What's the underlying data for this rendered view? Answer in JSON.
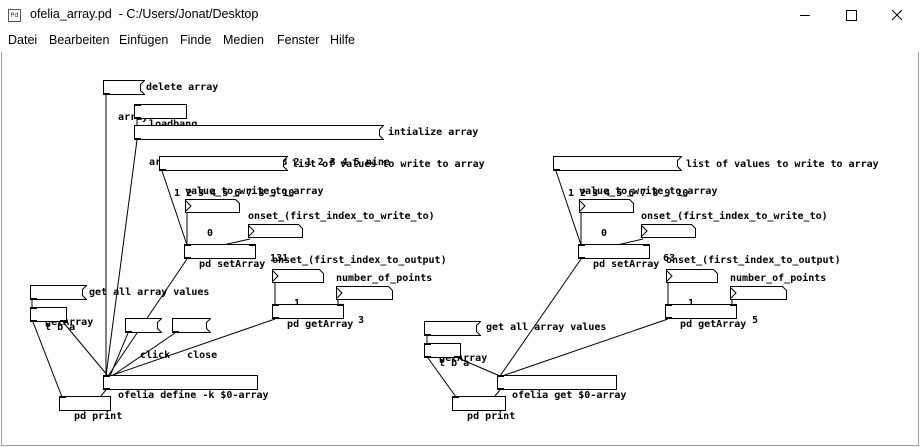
{
  "window": {
    "title": "ofelia_array.pd  - C:/Users/Jonat/Desktop",
    "icon": "pd-app-icon",
    "icon_label": "Pd"
  },
  "menu": [
    "Datei",
    "Bearbeiten",
    "Einfügen",
    "Finde",
    "Medien",
    "Fenster",
    "Hilfe"
  ],
  "patch": {
    "left": {
      "array_msg": "array",
      "delete_comment": "delete array",
      "loadbang": "loadbang",
      "array_list_msg": "array 5 6 7 8 123 1 2 3 2 1 2 3 4 5 nine",
      "init_comment": "intialize array",
      "values_msg": "1 2 3 4 5 6 7 8 9 10",
      "values_comment": "list of values to write to array",
      "value_label": "value_to_write_to_array",
      "value_number": "0",
      "onset_label": "onset_(first_index_to_write_to)",
      "onset_number": "131",
      "setarray": "pd setArray",
      "onset_out_label": "onset_(first_index_to_output)",
      "onset_out_number": "1",
      "points_label": "number_of_points",
      "points_number": "3",
      "getarray_obj": "pd getArray",
      "getarray_msg": "getArray",
      "getall_comment": "get all array values",
      "tba": "t b a",
      "click_msg": "click",
      "close_msg": "close",
      "define_obj": "ofelia define -k $0-array",
      "print_obj": "pd print"
    },
    "right": {
      "values_msg": "1 2 3 4 5 6 7 8 9 10",
      "values_comment": "list of values to write to array",
      "value_label": "value_to_write_to_array",
      "value_number": "0",
      "onset_label": "onset_(first_index_to_write_to)",
      "onset_number": "63",
      "setarray": "pd setArray",
      "onset_out_label": "onset_(first_index_to_output)",
      "onset_out_number": "1",
      "points_label": "number_of_points",
      "points_number": "5",
      "getarray_obj": "pd getArray",
      "getarray_msg": "getArray",
      "getall_comment": "get all array values",
      "tba": "t b a",
      "get_obj": "ofelia get $0-array",
      "print_obj": "pd print"
    }
  }
}
